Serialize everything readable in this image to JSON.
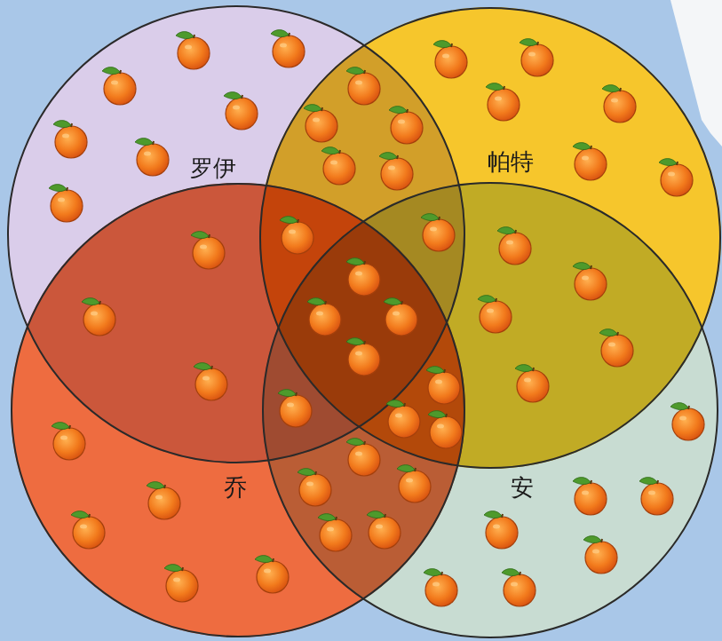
{
  "diagram": {
    "nodes": [
      {
        "text": [
          "罗伊"
        ]
      },
      {
        "text": [
          "帕特"
        ]
      },
      {
        "text": [
          "乔"
        ]
      },
      {
        "text": [
          "安"
        ]
      }
    ]
  }
}
